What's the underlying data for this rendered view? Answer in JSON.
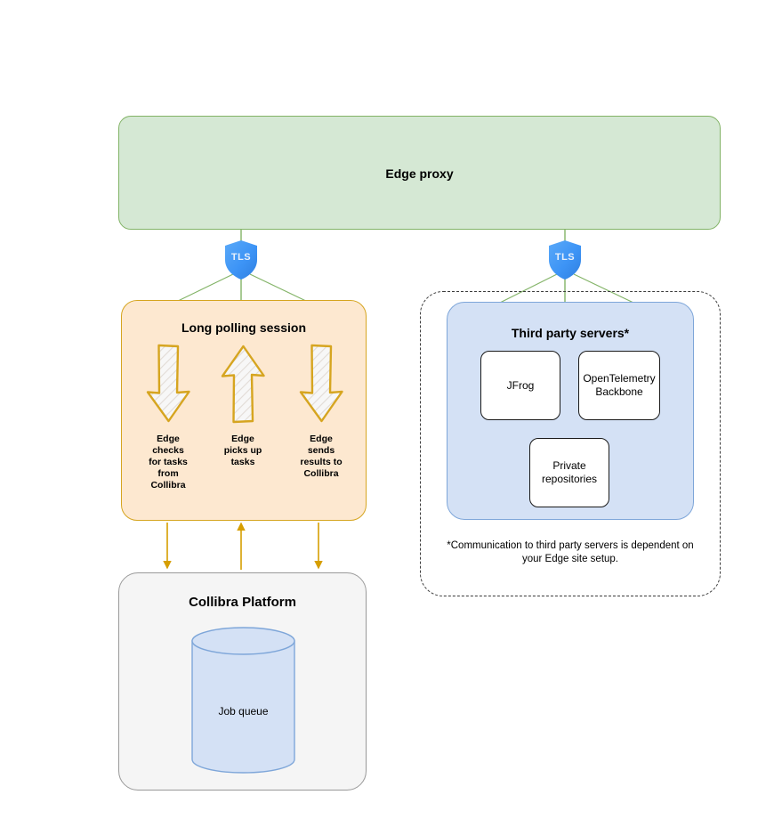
{
  "diagram": {
    "background": "#ffffff",
    "edge_proxy": {
      "label": "Edge proxy",
      "fill": "#d5e8d4",
      "stroke": "#82b366"
    },
    "tls_badges": [
      {
        "label": "TLS",
        "name": "tls-shield-left",
        "color": "#3d94f6"
      },
      {
        "label": "TLS",
        "name": "tls-shield-right",
        "color": "#3d94f6"
      }
    ],
    "long_polling": {
      "title": "Long polling session",
      "fill": "#fde8d0",
      "stroke": "#d6a520",
      "flows": [
        {
          "direction": "down",
          "caption": "Edge checks for tasks from Collibra"
        },
        {
          "direction": "up",
          "caption": "Edge picks up tasks"
        },
        {
          "direction": "down",
          "caption": "Edge sends results to Collibra"
        }
      ]
    },
    "collibra_platform": {
      "title": "Collibra Platform",
      "fill": "#f5f5f5",
      "stroke": "#999999",
      "database": {
        "label": "Job queue",
        "fill": "#d4e1f5",
        "stroke": "#7ea6d9"
      }
    },
    "third_party": {
      "title": "Third party servers*",
      "fill": "#d4e1f5",
      "stroke": "#7ea6d9",
      "boundary_style": "dashed",
      "boundary_color": "#3c3c3c",
      "cards": [
        {
          "label": "JFrog"
        },
        {
          "label": "OpenTelemetry Backbone"
        },
        {
          "label": "Private repositories"
        }
      ],
      "note": "*Communication to third party servers is dependent on your Edge site setup."
    },
    "connectors": {
      "secure_link_color": "#82b366",
      "queue_link_color": "#d69e00"
    }
  }
}
